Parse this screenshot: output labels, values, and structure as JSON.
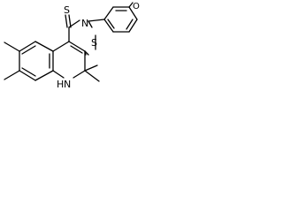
{
  "molecule": {
    "atom_labels": {
      "sulfur_thione": "S",
      "sulfur_ring": "S",
      "nitrogen_ring": "N",
      "amine_nh": "H",
      "amine_n": "N",
      "methoxy_oxygen": "O"
    },
    "line_color": "#000000",
    "background": "#ffffff"
  }
}
